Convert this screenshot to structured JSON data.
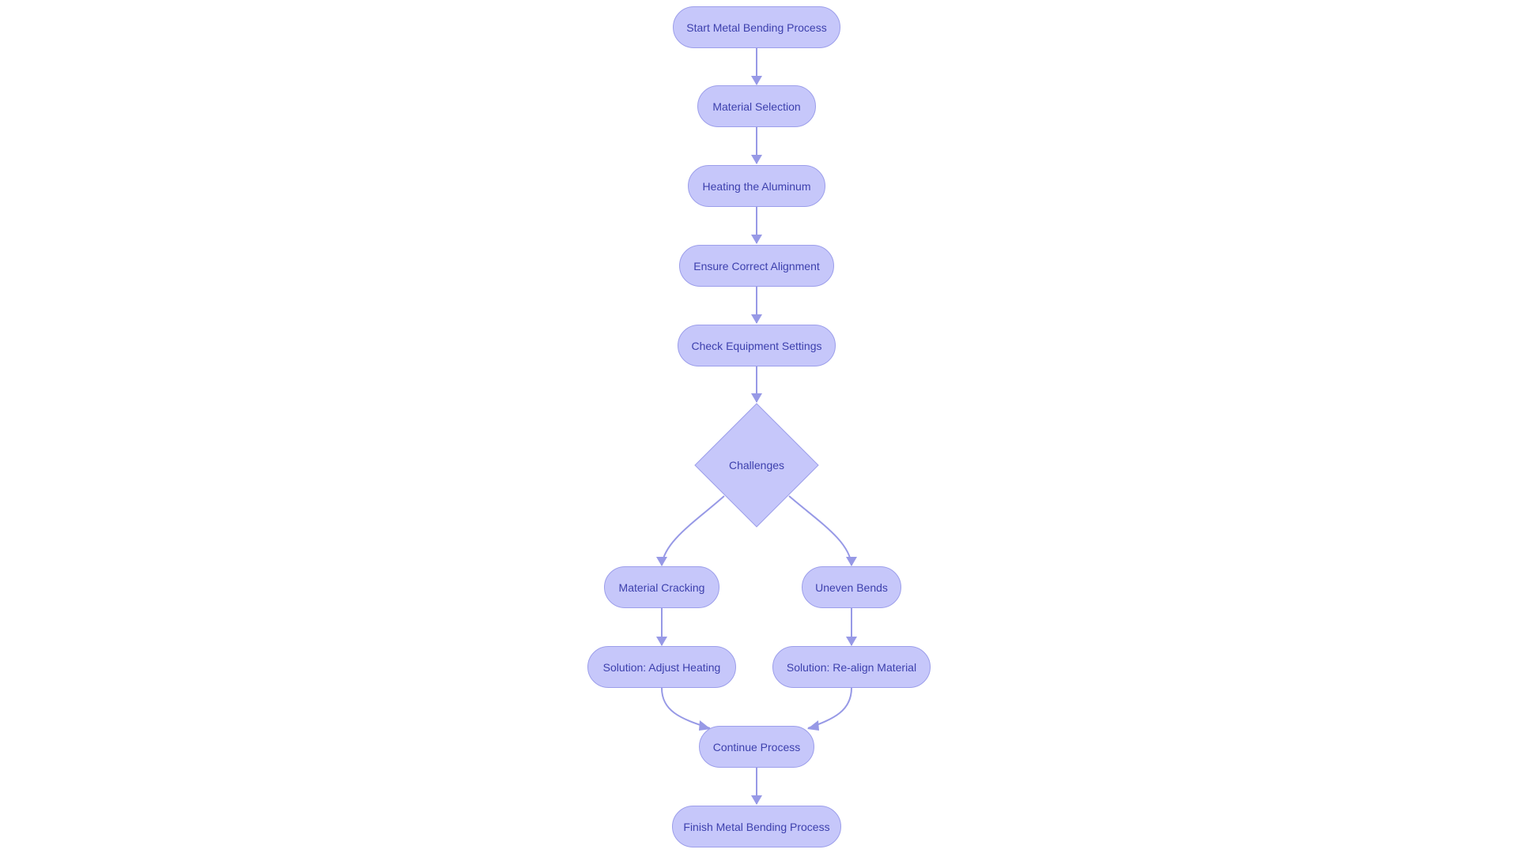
{
  "colors": {
    "node_fill": "#c6c7fa",
    "node_border": "#9c9eea",
    "text": "#3d40ad",
    "edge": "#9799e6",
    "background": "#ffffff"
  },
  "nodes": {
    "start": {
      "label": "Start Metal Bending Process"
    },
    "material_selection": {
      "label": "Material Selection"
    },
    "heating": {
      "label": "Heating the Aluminum"
    },
    "alignment": {
      "label": "Ensure Correct Alignment"
    },
    "equipment": {
      "label": "Check Equipment Settings"
    },
    "challenges": {
      "label": "Challenges"
    },
    "cracking": {
      "label": "Material Cracking"
    },
    "uneven": {
      "label": "Uneven Bends"
    },
    "adjust_heating": {
      "label": "Solution: Adjust Heating"
    },
    "realign": {
      "label": "Solution: Re-align Material"
    },
    "continue": {
      "label": "Continue Process"
    },
    "finish": {
      "label": "Finish Metal Bending Process"
    }
  },
  "edges": [
    {
      "from": "start",
      "to": "material_selection"
    },
    {
      "from": "material_selection",
      "to": "heating"
    },
    {
      "from": "heating",
      "to": "alignment"
    },
    {
      "from": "alignment",
      "to": "equipment"
    },
    {
      "from": "equipment",
      "to": "challenges"
    },
    {
      "from": "challenges",
      "to": "cracking"
    },
    {
      "from": "challenges",
      "to": "uneven"
    },
    {
      "from": "cracking",
      "to": "adjust_heating"
    },
    {
      "from": "uneven",
      "to": "realign"
    },
    {
      "from": "adjust_heating",
      "to": "continue"
    },
    {
      "from": "realign",
      "to": "continue"
    },
    {
      "from": "continue",
      "to": "finish"
    }
  ]
}
